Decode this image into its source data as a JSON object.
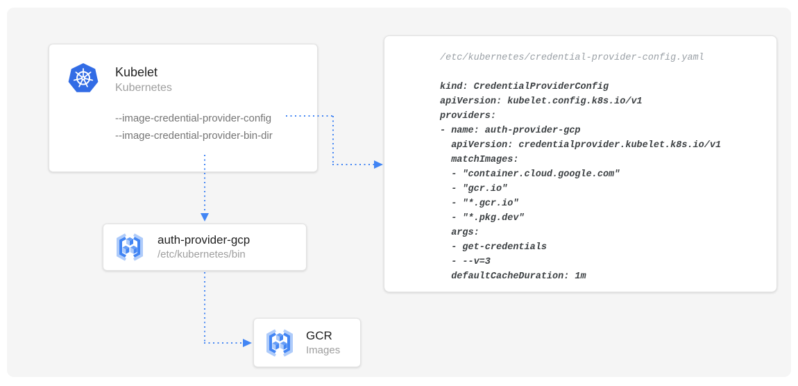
{
  "kubelet": {
    "title": "Kubelet",
    "subtitle": "Kubernetes",
    "flags": [
      "--image-credential-provider-config",
      "--image-credential-provider-bin-dir"
    ]
  },
  "auth_provider": {
    "title": "auth-provider-gcp",
    "subtitle": "/etc/kubernetes/bin"
  },
  "gcr": {
    "title": "GCR",
    "subtitle": "Images"
  },
  "config_file": {
    "path": "/etc/kubernetes/credential-provider-config.yaml",
    "code": [
      "kind: CredentialProviderConfig",
      "apiVersion: kubelet.config.k8s.io/v1",
      "providers:",
      "- name: auth-provider-gcp",
      "  apiVersion: credentialprovider.kubelet.k8s.io/v1",
      "  matchImages:",
      "  - \"container.cloud.google.com\"",
      "  - \"gcr.io\"",
      "  - \"*.gcr.io\"",
      "  - \"*.pkg.dev\"",
      "  args:",
      "  - get-credentials",
      "  - --v=3",
      "  defaultCacheDuration: 1m"
    ]
  },
  "icons": {
    "kubernetes": "kubernetes-helm-logo",
    "registry": "container-registry-cubes"
  },
  "colors": {
    "accent_blue": "#4285F4",
    "k8s_blue": "#326CE5",
    "canvas_gray": "#F5F5F5"
  }
}
